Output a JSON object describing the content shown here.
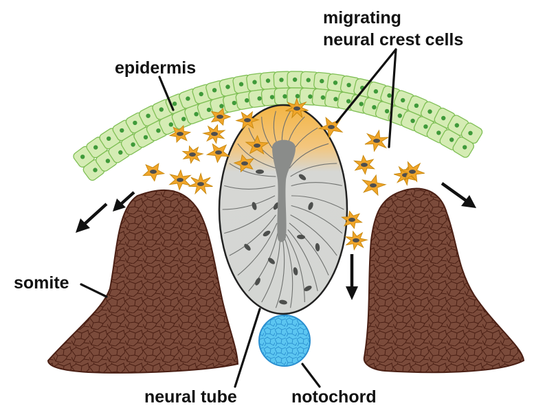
{
  "labels": {
    "epidermis": "epidermis",
    "migrating_line1": "migrating",
    "migrating_line2": "neural crest cells",
    "somite": "somite",
    "neural_tube": "neural tube",
    "notochord": "notochord"
  },
  "colors": {
    "epidermis_fill": "#d5ecb4",
    "epidermis_outline": "#7fbf55",
    "epidermis_nucleus": "#3f9a3a",
    "neural_crest": "#f0a52a",
    "neural_tube_fill": "#d4d6d3",
    "neural_tube_roof": "#f3b545",
    "lumen": "#8a8c8a",
    "somite_fill": "#7a4a3a",
    "somite_outline": "#4a1f14",
    "notochord_fill": "#55c3f0",
    "notochord_outline": "#2a8fd0",
    "label_text": "#111111"
  }
}
